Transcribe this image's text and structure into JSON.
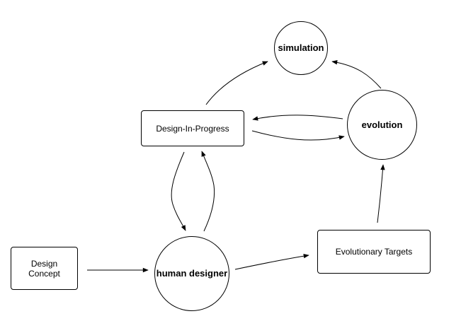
{
  "nodes": {
    "simulation": {
      "label": "simulation"
    },
    "design_in_progress": {
      "label": "Design-In-Progress"
    },
    "evolution": {
      "label": "evolution"
    },
    "design_concept": {
      "label": "Design\nConcept"
    },
    "human_designer": {
      "label": "human\ndesigner"
    },
    "evolutionary_targets": {
      "label": "Evolutionary Targets"
    }
  },
  "edges": [
    {
      "from": "design_in_progress",
      "to": "simulation"
    },
    {
      "from": "evolution",
      "to": "simulation"
    },
    {
      "from": "evolution",
      "to": "design_in_progress"
    },
    {
      "from": "design_in_progress",
      "to": "evolution"
    },
    {
      "from": "design_in_progress",
      "to": "human_designer"
    },
    {
      "from": "human_designer",
      "to": "design_in_progress"
    },
    {
      "from": "design_concept",
      "to": "human_designer"
    },
    {
      "from": "human_designer",
      "to": "evolutionary_targets"
    },
    {
      "from": "evolutionary_targets",
      "to": "evolution"
    }
  ]
}
